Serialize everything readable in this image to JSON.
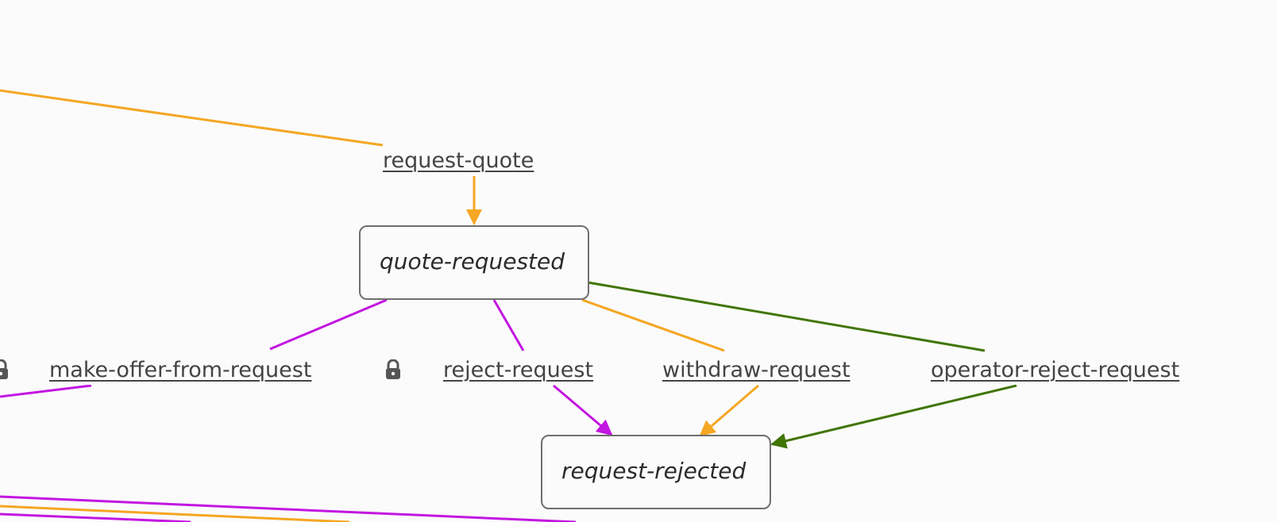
{
  "states": {
    "quote_requested": "quote-requested",
    "request_rejected": "request-rejected"
  },
  "transitions": {
    "request_quote": "request-quote",
    "make_offer_from_request": "make-offer-from-request",
    "reject_request": "reject-request",
    "withdraw_request": "withdraw-request",
    "operator_reject_request": "operator-reject-request"
  },
  "icons": {
    "lock": "lock-icon"
  },
  "colors": {
    "orange": "#f5a623",
    "purple": "#c316e0",
    "green": "#417505",
    "box_border": "#6f6f6f",
    "label_text": "#444444"
  }
}
